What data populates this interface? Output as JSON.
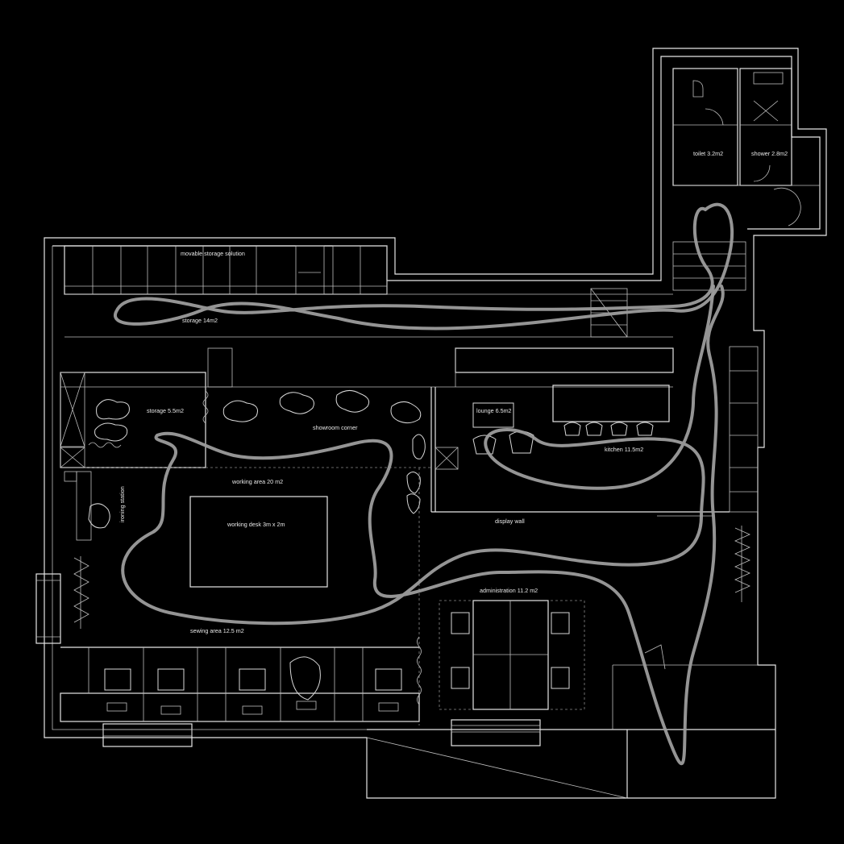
{
  "labels": {
    "movable_storage": "movable storage solution",
    "storage_main": "storage 14m2",
    "toilet": "toilet 3.2m2",
    "shower": "shower 2.8m2",
    "storage_small": "storage 5.5m2",
    "showroom": "showroom corner",
    "lounge": "lounge 6.5m2",
    "kitchen": "kitchen 11.5m2",
    "working_area": "working area 20 m2",
    "working_desk": "working desk 3m x 2m",
    "ironing": "ironing station",
    "display_wall": "display wall",
    "administration": "administration 11.2 m2",
    "sewing_area": "sewing area 12.5 m2"
  },
  "colors": {
    "background": "#000000",
    "lines": "#e6e6e6",
    "circulation_path": "#9c9c9c"
  }
}
